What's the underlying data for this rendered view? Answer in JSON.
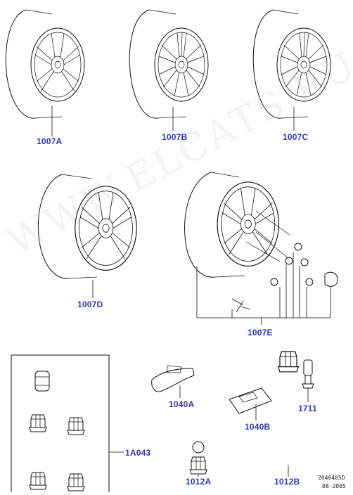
{
  "labels": {
    "wheel_a": "1007A",
    "wheel_b": "1007B",
    "wheel_c": "1007C",
    "wheel_d": "1007D",
    "wheel_e": "1007E",
    "nut_set": "1A043",
    "weight": "1040A",
    "weight_b": "1040B",
    "valve": "1711",
    "lock_nut": "1012A",
    "wheel_nut": "1012B"
  },
  "footer": {
    "drawing_number": "2040405D",
    "date": "08-2005"
  },
  "watermark": "WWW.ELCATS.RU"
}
